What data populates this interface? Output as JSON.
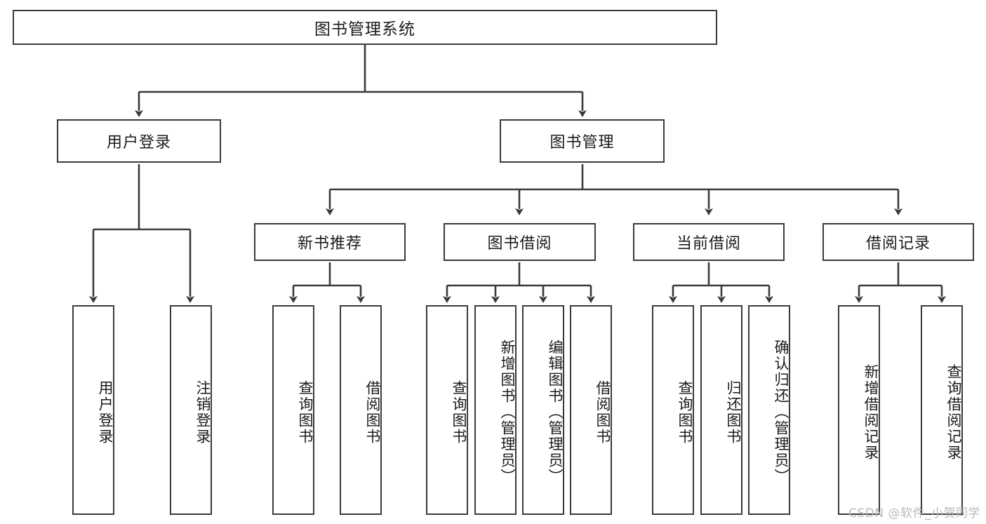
{
  "diagram": {
    "title": "图书管理系统",
    "type": "tree-hierarchy",
    "watermark": "CSDN @软件_小贺同学",
    "colors": {
      "stroke": "#3a3a3a",
      "fill": "#ffffff",
      "text": "#1b1b1b",
      "watermark": "#b9b9b9"
    },
    "root": {
      "label": "图书管理系统"
    },
    "level2": [
      {
        "label": "用户登录"
      },
      {
        "label": "图书管理"
      }
    ],
    "level3": [
      {
        "label": "新书推荐"
      },
      {
        "label": "图书借阅"
      },
      {
        "label": "当前借阅"
      },
      {
        "label": "借阅记录"
      }
    ],
    "leaves": {
      "user_login": [
        {
          "label": "用户登录"
        },
        {
          "label": "注销登录"
        }
      ],
      "new_book_recommend": [
        {
          "label": "查询图书"
        },
        {
          "label": "借阅图书"
        }
      ],
      "book_borrow": [
        {
          "label": "查询图书"
        },
        {
          "label": "新增图书（管理员）"
        },
        {
          "label": "编辑图书（管理员）"
        },
        {
          "label": "借阅图书"
        }
      ],
      "current_borrow": [
        {
          "label": "查询图书"
        },
        {
          "label": "归还图书"
        },
        {
          "label": "确认归还（管理员）"
        }
      ],
      "borrow_record": [
        {
          "label": "新增借阅记录"
        },
        {
          "label": "查询借阅记录"
        }
      ]
    }
  }
}
